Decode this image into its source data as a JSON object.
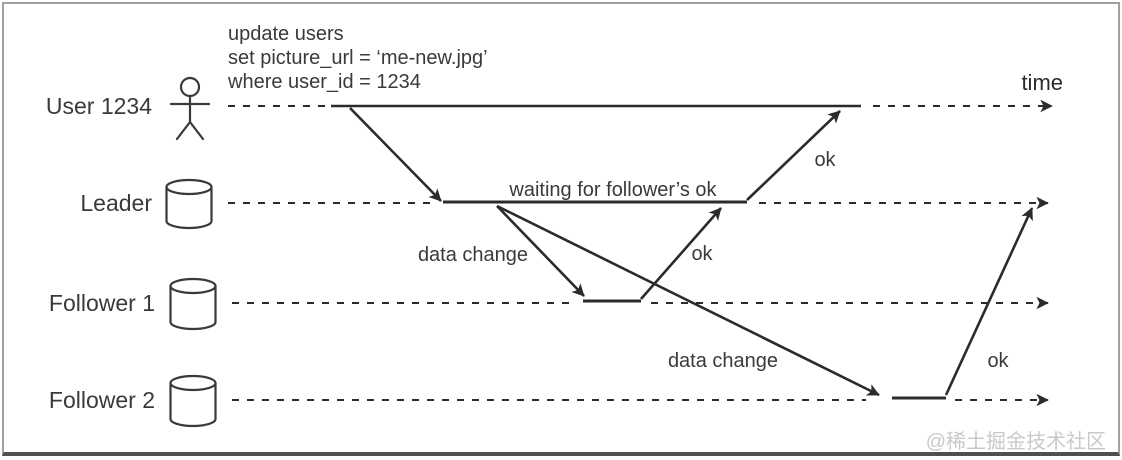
{
  "diagram": {
    "time_label": "time",
    "query_lines": [
      "update users",
      "set picture_url = ‘me-new.jpg’",
      "where user_id = 1234"
    ],
    "actors": [
      {
        "id": "user-1234",
        "label": "User 1234",
        "icon": "person-icon"
      },
      {
        "id": "leader",
        "label": "Leader",
        "icon": "database-cylinder-icon"
      },
      {
        "id": "follower-1",
        "label": "Follower 1",
        "icon": "database-cylinder-icon"
      },
      {
        "id": "follower-2",
        "label": "Follower 2",
        "icon": "database-cylinder-icon"
      }
    ],
    "waiting_note": "waiting for follower’s ok",
    "message_labels": {
      "data_change_to_follower1": "data change",
      "ok_from_follower1": "ok",
      "ok_to_user": "ok",
      "data_change_to_follower2": "data change",
      "ok_from_follower2": "ok"
    },
    "colors": {
      "line": "#2b2b2b",
      "text": "#3a3a3a",
      "watermark": "#c9c9c9",
      "frame_border": "#a0a0a0",
      "frame_bottom_border": "#4f4f4f",
      "background": "#ffffff"
    }
  },
  "frame": {
    "watermark": "@稀土掘金技术社区"
  }
}
